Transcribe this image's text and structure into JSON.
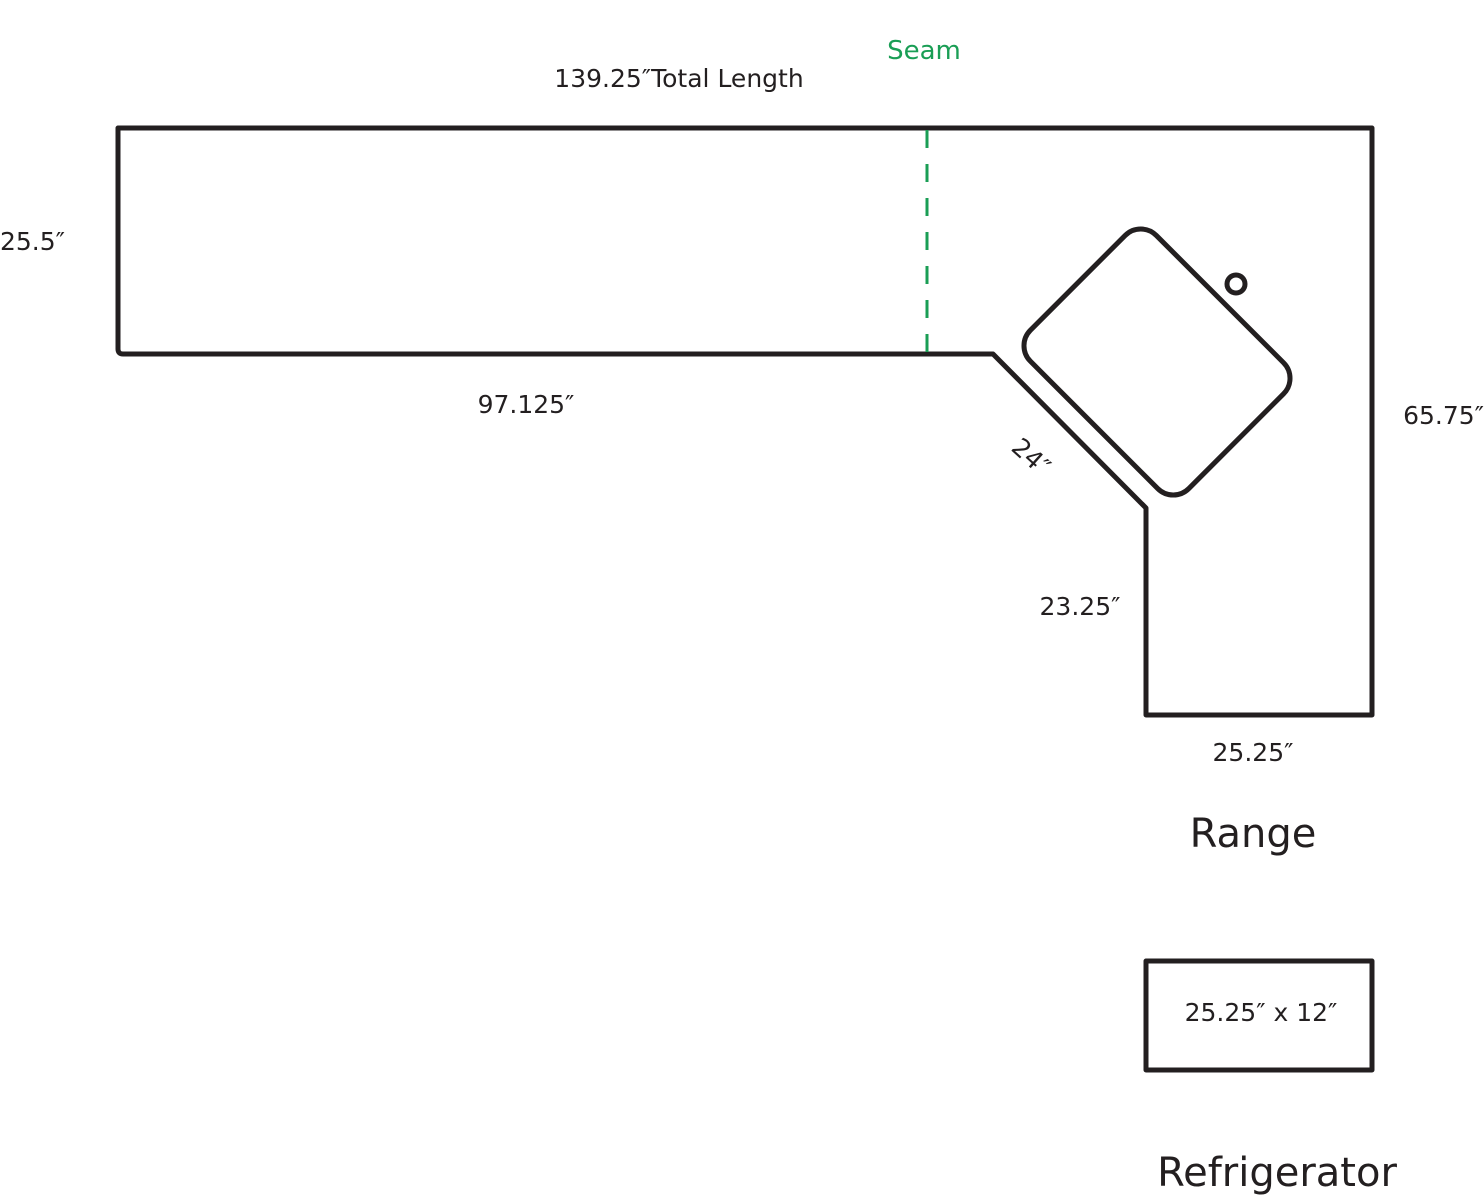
{
  "labels": {
    "seam": "Seam",
    "total_length": "139.25″Total Length",
    "left_depth": "25.5″",
    "bottom_run": "97.125″",
    "diagonal": "24″",
    "right_depth": "65.75″",
    "inner_leg": "23.25″",
    "leg_width": "25.25″",
    "range": "Range",
    "fridge_piece": "25.25″ x 12″",
    "refrigerator": "Refrigerator"
  },
  "colors": {
    "outline": "#231f20",
    "seam": "#1a9e55",
    "background": "#ffffff"
  }
}
